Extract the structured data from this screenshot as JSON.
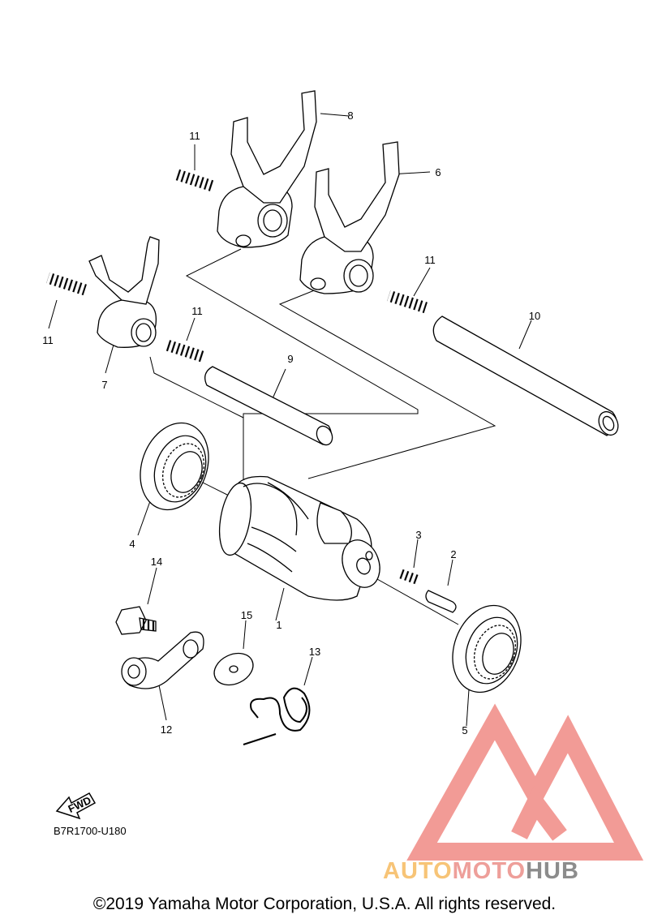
{
  "diagram": {
    "callouts": [
      "1",
      "2",
      "3",
      "4",
      "5",
      "6",
      "7",
      "8",
      "9",
      "10",
      "11",
      "12",
      "13",
      "14",
      "15"
    ],
    "fwd_label": "FWD",
    "drawing_code": "B7R1700-U180"
  },
  "watermark": {
    "part1": "AUTO",
    "part2": "MOTO",
    "part3": "HUB",
    "colors": {
      "auto": "#f7c477",
      "moto": "#ee9f9a",
      "hub": "#8c8c8c",
      "logo": "#f08a84"
    }
  },
  "footer": {
    "copyright": "©2019 Yamaha Motor Corporation, U.S.A. All rights reserved."
  }
}
